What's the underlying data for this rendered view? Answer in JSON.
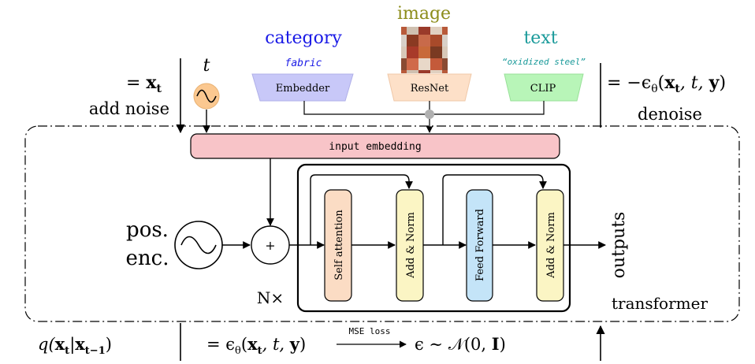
{
  "colors": {
    "category": "#1a1ae6",
    "image_label": "#8c8c1a",
    "text_label": "#1a9a9a",
    "embedder_fill": "#c8c8f8",
    "resnet_fill": "#fde0c8",
    "clip_fill": "#b8f5b8",
    "input_embedding_fill": "#f8c4c8",
    "self_attention_fill": "#fbdcc4",
    "add_norm_fill": "#fbf5c4",
    "feed_forward_fill": "#c4e4f8",
    "time_fill": "#fbc890"
  },
  "conditioning": {
    "category_title": "category",
    "category_value": "fabric",
    "image_title": "image",
    "text_title": "text",
    "text_value": "“oxidized steel”",
    "embedder": "Embedder",
    "resnet": "ResNet",
    "clip": "CLIP"
  },
  "time": {
    "symbol": "t"
  },
  "left_top": {
    "eq_prefix": "= ",
    "x_t_base": "x",
    "x_t_sub": "t",
    "add_noise": "add noise"
  },
  "right_top": {
    "eq_prefix": "= −ϵ",
    "eps_sub": "θ",
    "args_open": "(",
    "x_base": "x",
    "x_sub": "t",
    "args_mid": ", t, ",
    "y": "y",
    "args_close": ")",
    "denoise": "denoise"
  },
  "input_embedding": "input embedding",
  "pos_enc_line1": "pos.",
  "pos_enc_line2": "enc.",
  "plus": "+",
  "n_times": "N×",
  "blocks": {
    "self_attention": "Self attention",
    "add_norm_1": "Add & Norm",
    "feed_forward": "Feed Forward",
    "add_norm_2": "Add & Norm"
  },
  "outputs": "outputs",
  "transformer": "transformer",
  "bottom": {
    "q_prefix": "q(",
    "q_x1": "x",
    "q_x1_sub": "t",
    "q_bar": "|",
    "q_x2": "x",
    "q_x2_sub": "t−1",
    "q_close": ")",
    "eq_prefix": "= ϵ",
    "eps_sub": "θ",
    "args_open": "(",
    "x_base": "x",
    "x_sub": "t",
    "args_mid": ", t, ",
    "y": "y",
    "args_close": ")",
    "mse_loss": "MSE loss",
    "noise_prefix": "ϵ ∼ 𝒩(0, ",
    "identity": "I",
    "noise_close": ")"
  }
}
